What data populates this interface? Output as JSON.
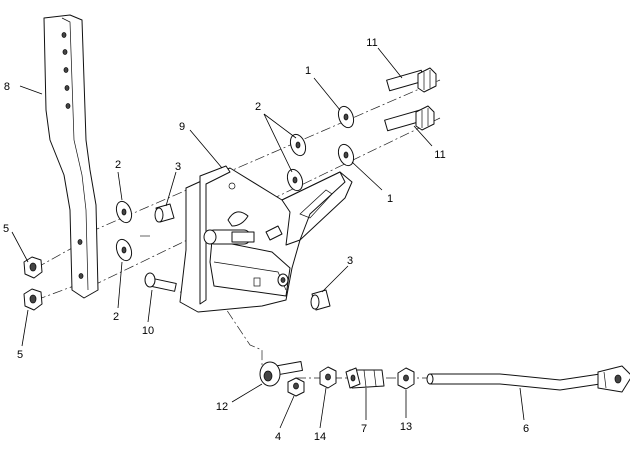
{
  "diagram": {
    "colors": {
      "ink": "#000000",
      "part_fill": "#ffffff",
      "part_shade": "#d9d9d9",
      "hole_fill": "#444444"
    },
    "parts": [
      {
        "id": "arm",
        "callout": "8"
      },
      {
        "id": "bracket",
        "callout": "9"
      },
      {
        "id": "bolt-upper",
        "callout": "11"
      },
      {
        "id": "bolt-lower",
        "callout": "11"
      },
      {
        "id": "washer-upper-right",
        "callout": "1"
      },
      {
        "id": "washer-lower-right",
        "callout": "1"
      },
      {
        "id": "washers-bracket",
        "callout": "2"
      },
      {
        "id": "washer-arm-upper",
        "callout": "2"
      },
      {
        "id": "washer-arm-lower",
        "callout": "2"
      },
      {
        "id": "bushing-left",
        "callout": "3"
      },
      {
        "id": "bushing-right",
        "callout": "3"
      },
      {
        "id": "nut-upper-left",
        "callout": "5"
      },
      {
        "id": "nut-lower-left",
        "callout": "5"
      },
      {
        "id": "bolt-small",
        "callout": "10"
      },
      {
        "id": "ball-joint",
        "callout": "12"
      },
      {
        "id": "nut-ball-joint",
        "callout": "4"
      },
      {
        "id": "nut-rod-left",
        "callout": "14"
      },
      {
        "id": "coupler",
        "callout": "7"
      },
      {
        "id": "nut-rod-right",
        "callout": "13"
      },
      {
        "id": "rod",
        "callout": "6"
      }
    ]
  }
}
